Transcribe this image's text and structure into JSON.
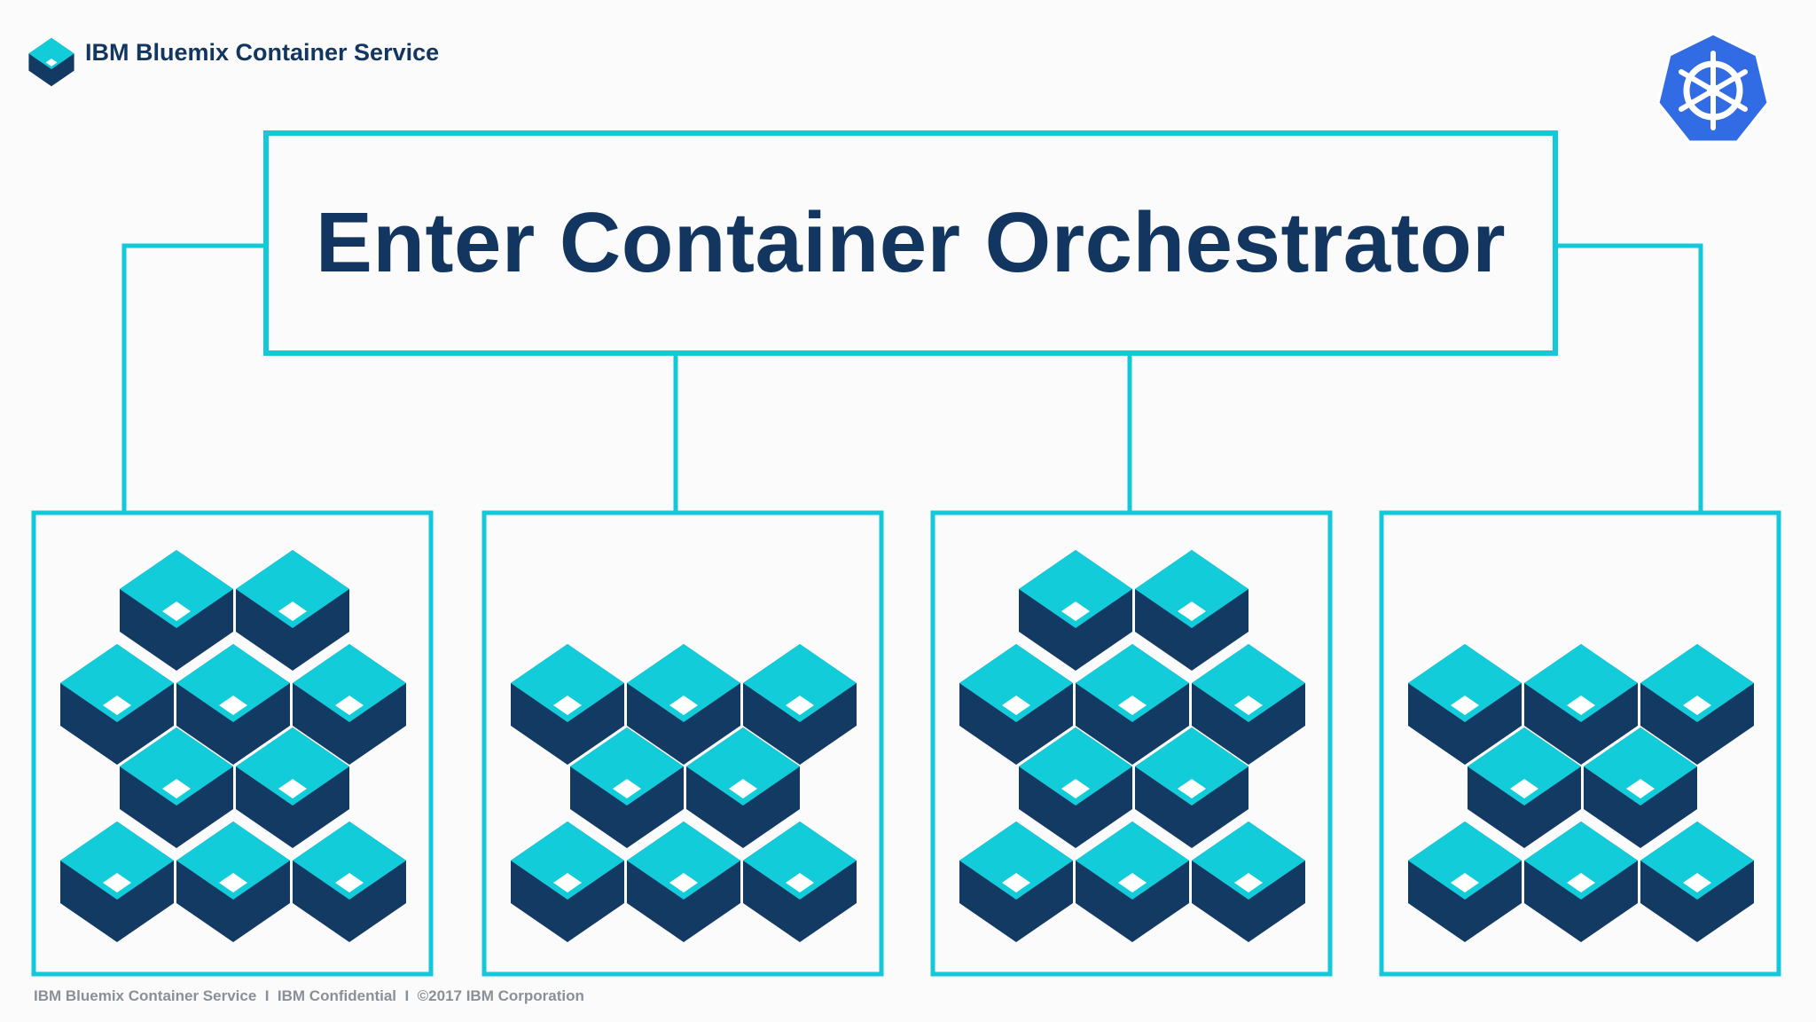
{
  "brand": {
    "name": "IBM Bluemix Container Service",
    "logo_icon": "cube-icon"
  },
  "badge": {
    "icon": "kubernetes-helm-icon",
    "color": "#326CE5"
  },
  "title": "Enter Container Orchestrator",
  "nodes": [
    {
      "label": "",
      "container_count": 10
    },
    {
      "label": "",
      "container_count": 8
    },
    {
      "label": "",
      "container_count": 10
    },
    {
      "label": "",
      "container_count": 8
    }
  ],
  "footer": {
    "text": "IBM Bluemix Container Service  I  IBM Confidential  I  ©2017 IBM Corporation"
  },
  "colors": {
    "accent": "#13C8D8",
    "navy": "#123660",
    "cube_top": "#13CCD9",
    "cube_side": "#133A63",
    "kubernetes_blue": "#326CE5"
  }
}
